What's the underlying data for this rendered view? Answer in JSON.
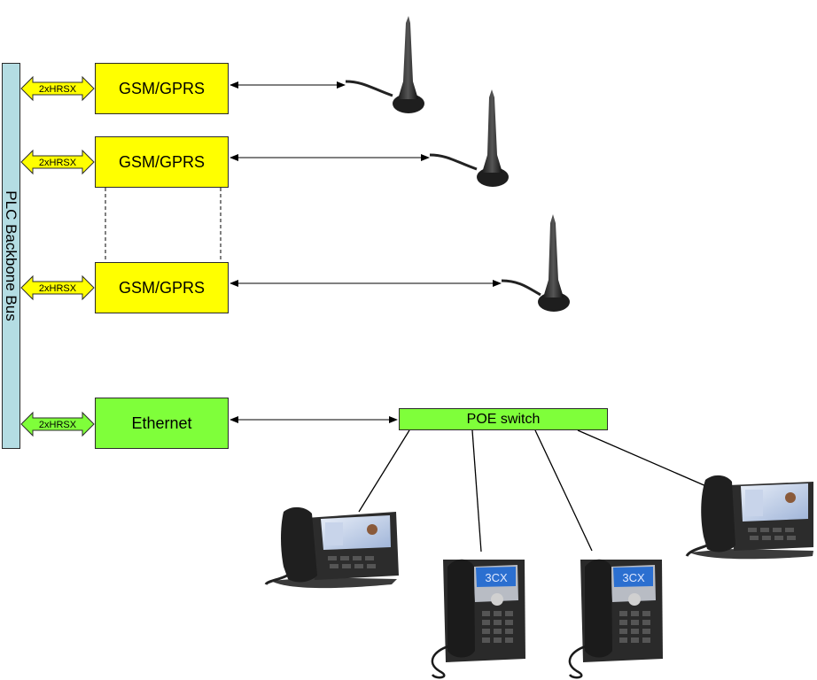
{
  "bus": {
    "label": "PLC Backbone Bus"
  },
  "modules": [
    {
      "label": "GSM/GPRS",
      "interface": "2xHRSX",
      "color": "#ffff00"
    },
    {
      "label": "GSM/GPRS",
      "interface": "2xHRSX",
      "color": "#ffff00"
    },
    {
      "label": "GSM/GPRS",
      "interface": "2xHRSX",
      "color": "#ffff00"
    },
    {
      "label": "Ethernet",
      "interface": "2xHRSX",
      "color": "#7fff3a"
    }
  ],
  "poe_switch": {
    "label": "POE switch",
    "color": "#7fff3a"
  },
  "colors": {
    "bus": "#b4dde3",
    "arrow_yellow": "#ffff00",
    "arrow_green": "#7fff3a"
  }
}
